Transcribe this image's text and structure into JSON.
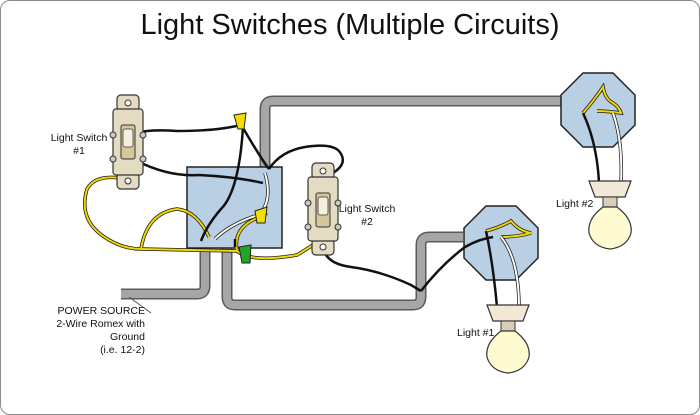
{
  "title": "Light Switches (Multiple Circuits)",
  "labels": {
    "switch1_line1": "Light Switch",
    "switch1_line2": "#1",
    "switch2_line1": "Light Switch",
    "switch2_line2": "#2",
    "light1": "Light #1",
    "light2": "Light #2",
    "power_line1": "POWER SOURCE",
    "power_line2": "2-Wire Romex with",
    "power_line3": "Ground",
    "power_line4": "(i.e. 12-2)"
  },
  "colors": {
    "hot_wire": "#111111",
    "neutral_wire": "#ffffff",
    "ground_wire": "#f2d700",
    "cable_sheath": "#a6a6a6",
    "wire_nut_yellow": "#f3de00",
    "wire_nut_green": "#25a325",
    "box_fill": "#b9cfe4",
    "fixture_fill": "#b9cfe4",
    "switch_body": "#e4dcc2",
    "bulb": "#fffbd0"
  }
}
